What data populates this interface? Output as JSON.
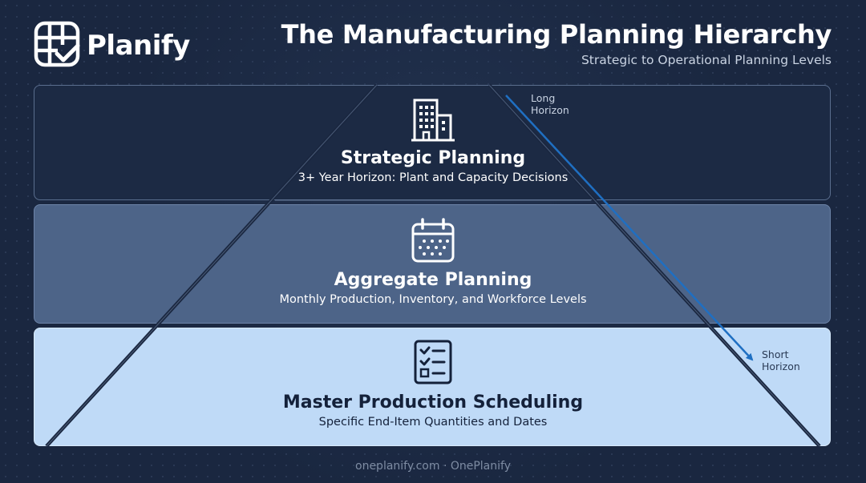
{
  "brand": {
    "name": "Planify",
    "logo_icon": "grid-check-icon"
  },
  "header": {
    "title": "The Manufacturing Planning Hierarchy",
    "subtitle": "Strategic to Operational Planning Levels"
  },
  "levels": [
    {
      "title": "Strategic Planning",
      "description": "3+ Year Horizon: Plant and Capacity Decisions",
      "icon": "building-icon",
      "band_color": "#1c2a44"
    },
    {
      "title": "Aggregate Planning",
      "description": "Monthly Production, Inventory, and Workforce Levels",
      "icon": "calendar-icon",
      "band_color": "#4d6488"
    },
    {
      "title": "Master Production Scheduling",
      "description": "Specific End-Item Quantities and Dates",
      "icon": "checklist-icon",
      "band_color": "#bfdaf7"
    }
  ],
  "horizon_arrow": {
    "start_label": "Long Horizon",
    "end_label": "Short Horizon",
    "color": "#1f6fc2"
  },
  "footer": {
    "text": "oneplanify.com · OnePlanify"
  }
}
